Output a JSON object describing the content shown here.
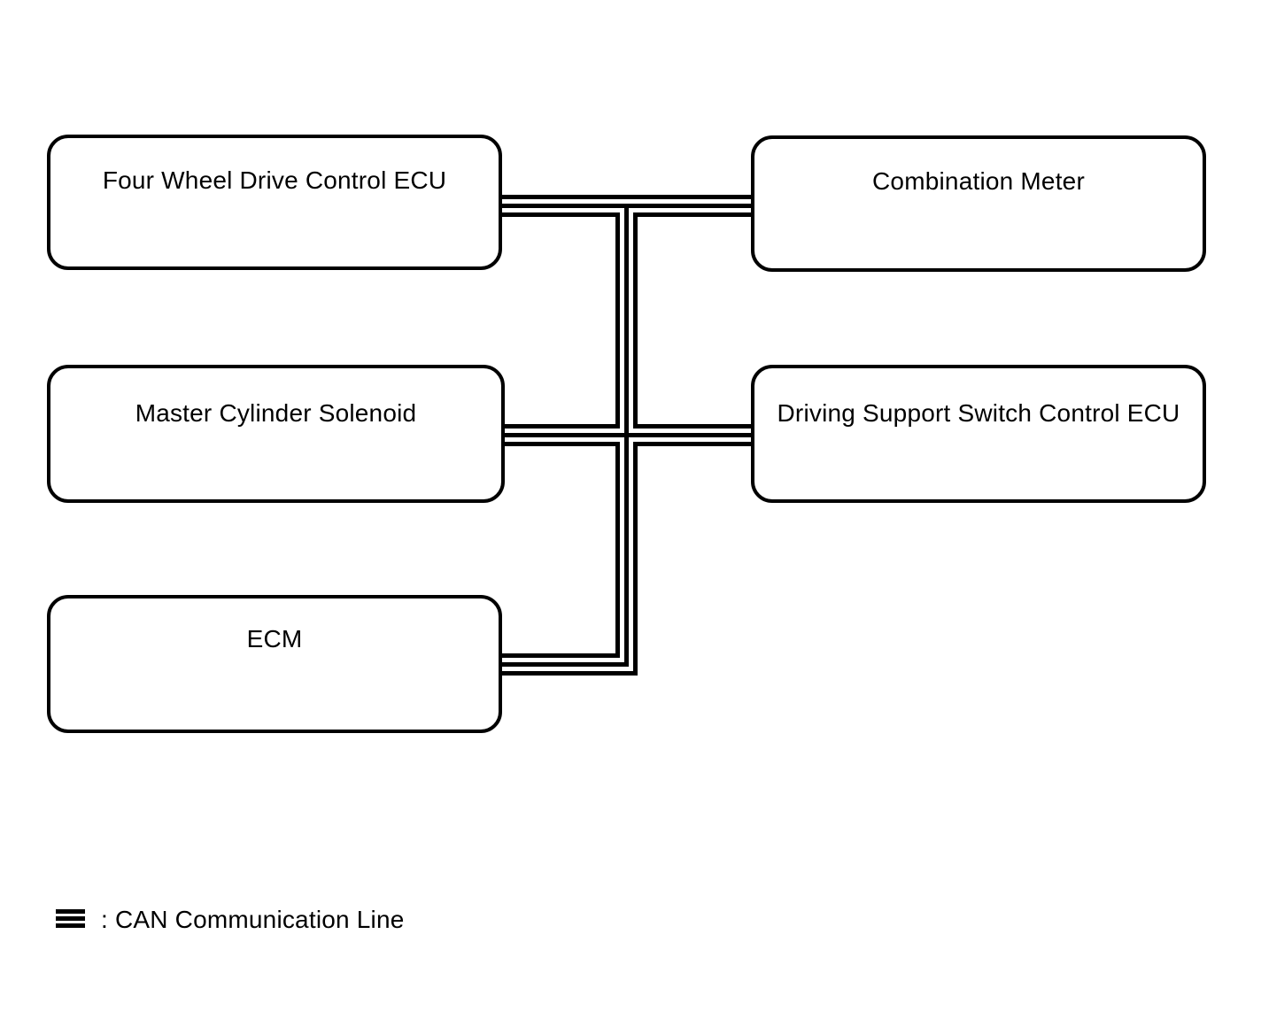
{
  "diagram": {
    "title_hint": "CAN communication system diagram",
    "line_color": "#000000",
    "background_color": "#ffffff",
    "nodes": [
      {
        "id": "four-wheel-drive-control-ecu",
        "label": "Four Wheel Drive Control ECU"
      },
      {
        "id": "combination-meter",
        "label": "Combination Meter"
      },
      {
        "id": "master-cylinder-solenoid",
        "label": "Master Cylinder Solenoid"
      },
      {
        "id": "driving-support-switch-control-ecu",
        "label": "Driving Support Switch Control ECU"
      },
      {
        "id": "ecm",
        "label": "ECM"
      }
    ],
    "connections": [
      {
        "from": "four-wheel-drive-control-ecu",
        "to": "combination-meter",
        "type": "CAN"
      },
      {
        "from": "master-cylinder-solenoid",
        "to": "driving-support-switch-control-ecu",
        "type": "CAN"
      },
      {
        "from": "ecm",
        "to": "can-bus",
        "type": "CAN"
      }
    ],
    "legend": {
      "symbol": "can-line-symbol",
      "label": ": CAN Communication Line"
    }
  }
}
